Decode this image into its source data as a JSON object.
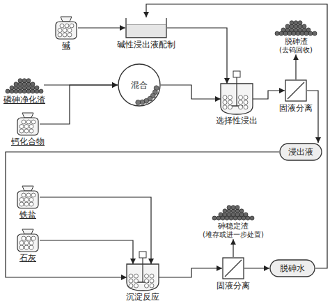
{
  "diagram": {
    "nodes": [
      {
        "text": [
          "碱"
        ]
      },
      {
        "text": [
          "碱性浸出液配制"
        ]
      },
      {
        "text": [
          "脱砷渣",
          "(去钨回收)"
        ]
      },
      {
        "text": [
          "磷砷净化渣"
        ]
      },
      {
        "text": [
          "混合"
        ]
      },
      {
        "text": [
          "选择性浸出"
        ]
      },
      {
        "text": [
          "固液分离"
        ]
      },
      {
        "text": [
          "钙化合物"
        ]
      },
      {
        "text": [
          "浸出液"
        ]
      },
      {
        "text": [
          "铁盐"
        ]
      },
      {
        "text": [
          "砷稳定渣",
          "(堆存或进一步处置)"
        ]
      },
      {
        "text": [
          "石灰"
        ]
      },
      {
        "text": [
          "沉淀反应"
        ]
      },
      {
        "text": [
          "固液分离"
        ]
      },
      {
        "text": [
          "脱砷水"
        ]
      }
    ],
    "edges": [
      {
        "from": 0,
        "to": 1,
        "arrow": "to"
      },
      {
        "from": 1,
        "to": 5,
        "arrow": "to"
      },
      {
        "from": 3,
        "to": 4,
        "arrow": "to"
      },
      {
        "from": 7,
        "to": 4,
        "arrow": "to"
      },
      {
        "from": 4,
        "to": 5,
        "arrow": "to"
      },
      {
        "from": 5,
        "to": 6,
        "arrow": "to"
      },
      {
        "from": 6,
        "to": 2,
        "arrow": "to"
      },
      {
        "from": 6,
        "to": 8,
        "arrow": "to"
      },
      {
        "from": 8,
        "to": 12,
        "arrow": "to"
      },
      {
        "from": 9,
        "to": 12,
        "arrow": "to"
      },
      {
        "from": 11,
        "to": 12,
        "arrow": "to"
      },
      {
        "from": 12,
        "to": 13,
        "arrow": "to"
      },
      {
        "from": 13,
        "to": 10,
        "arrow": "to"
      },
      {
        "from": 13,
        "to": 14,
        "arrow": "to"
      },
      {
        "from": 14,
        "to": 1,
        "arrow": "to"
      }
    ]
  }
}
